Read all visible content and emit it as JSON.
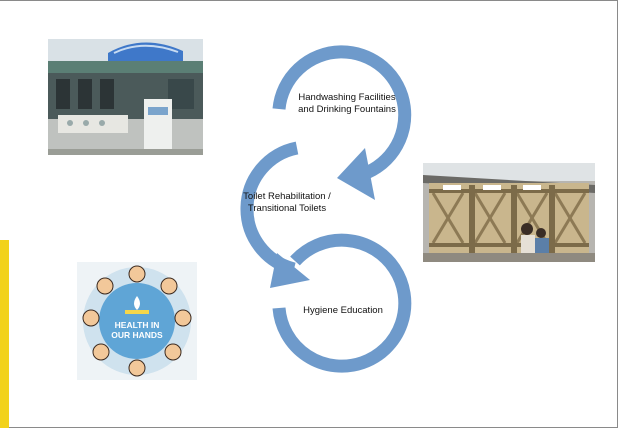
{
  "diagram": {
    "steps": [
      {
        "label": "Handwashing Facilities and Drinking Fountains"
      },
      {
        "label": "Toilet Rehabilitation / Transitional Toilets"
      },
      {
        "label": "Hygiene Education"
      }
    ],
    "arrow_color": "#6e9acb"
  },
  "logo": {
    "line1": "HEALTH IN",
    "line2": "OUR HANDS"
  },
  "colors": {
    "accent": "#f2d21b",
    "frame": "#8a8a8a"
  }
}
